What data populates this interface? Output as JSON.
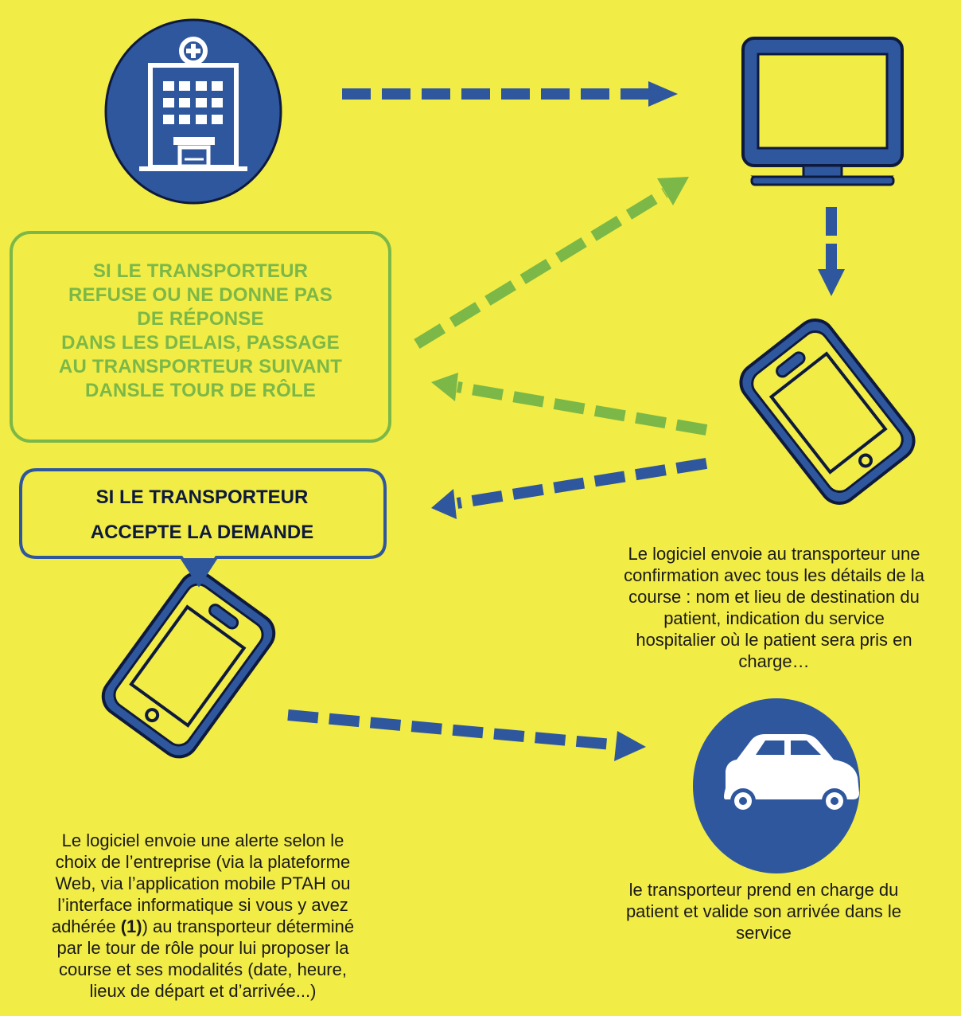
{
  "colors": {
    "background": "#F2EC46",
    "blue": "#2F579E",
    "green": "#7BB848",
    "dark_outline": "#0E1A3D"
  },
  "icons": [
    "hospital-icon",
    "computer-monitor-icon",
    "smartphone-icon",
    "car-icon"
  ],
  "refusal_box": {
    "lines": [
      "SI LE TRANSPORTEUR",
      "REFUSE OU NE DONNE PAS",
      "DE RÉPONSE",
      "DANS LES DELAIS, PASSAGE",
      "AU TRANSPORTEUR SUIVANT",
      "DANSLE TOUR DE RÔLE"
    ]
  },
  "accept_box": {
    "line1": "SI LE TRANSPORTEUR",
    "line2": "ACCEPTE LA DEMANDE"
  },
  "confirmation_text": {
    "lines": [
      "Le logiciel envoie au transporteur une",
      "confirmation avec tous les détails de la",
      "course : nom et lieu de destination du",
      "patient, indication du service",
      "hospitalier où le patient sera pris en",
      "charge…"
    ]
  },
  "alert_text": {
    "line1": "Le logiciel envoie une alerte selon le",
    "line2": "choix de l’entreprise (via la plateforme",
    "line3": "Web, via l’application mobile PTAH ou",
    "line4": "l’interface informatique si vous y avez",
    "line5_pre": "adhérée ",
    "line5_ref": "(1)",
    "line5_post": ") au transporteur déterminé",
    "line6": "par le tour de rôle pour lui proposer la",
    "line7": "course et ses modalités (date, heure,",
    "line8": "lieux de départ et d’arrivée...)"
  },
  "pickup_text": {
    "lines": [
      "le transporteur prend en charge du",
      "patient et valide son arrivée dans le",
      "service"
    ]
  }
}
